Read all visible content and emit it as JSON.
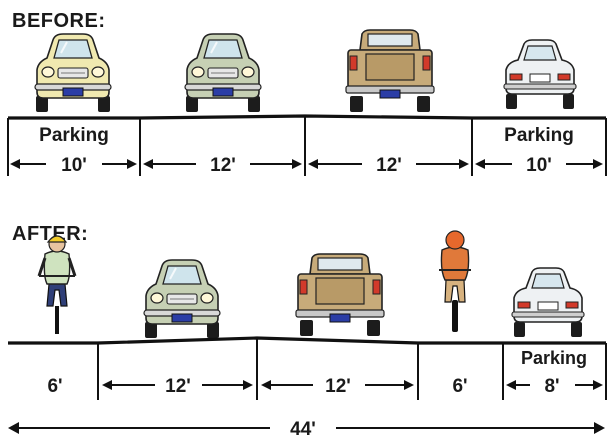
{
  "before": {
    "heading": "BEFORE:",
    "segments": [
      {
        "label": "Parking",
        "width": "10'"
      },
      {
        "label": "",
        "width": "12'"
      },
      {
        "label": "",
        "width": "12'"
      },
      {
        "label": "Parking",
        "width": "10'"
      }
    ]
  },
  "after": {
    "heading": "AFTER:",
    "segments": [
      {
        "label": "",
        "width": "6'"
      },
      {
        "label": "",
        "width": "12'"
      },
      {
        "label": "",
        "width": "12'"
      },
      {
        "label": "",
        "width": "6'"
      },
      {
        "label": "Parking",
        "width": "8'"
      }
    ],
    "total_width": "44'"
  },
  "colors": {
    "parked_car_front": "#f0e9b0",
    "sedan_green": "#c6d0b4",
    "pickup_tan": "#c7ab7a",
    "rear_car_white": "#eef1f3",
    "plate_blue": "#2b3da6",
    "cyclist_shirt_green": "#cfe3bf",
    "cyclist_shirt_orange": "#e0793a",
    "helmet_yellow": "#f2cc2a"
  }
}
